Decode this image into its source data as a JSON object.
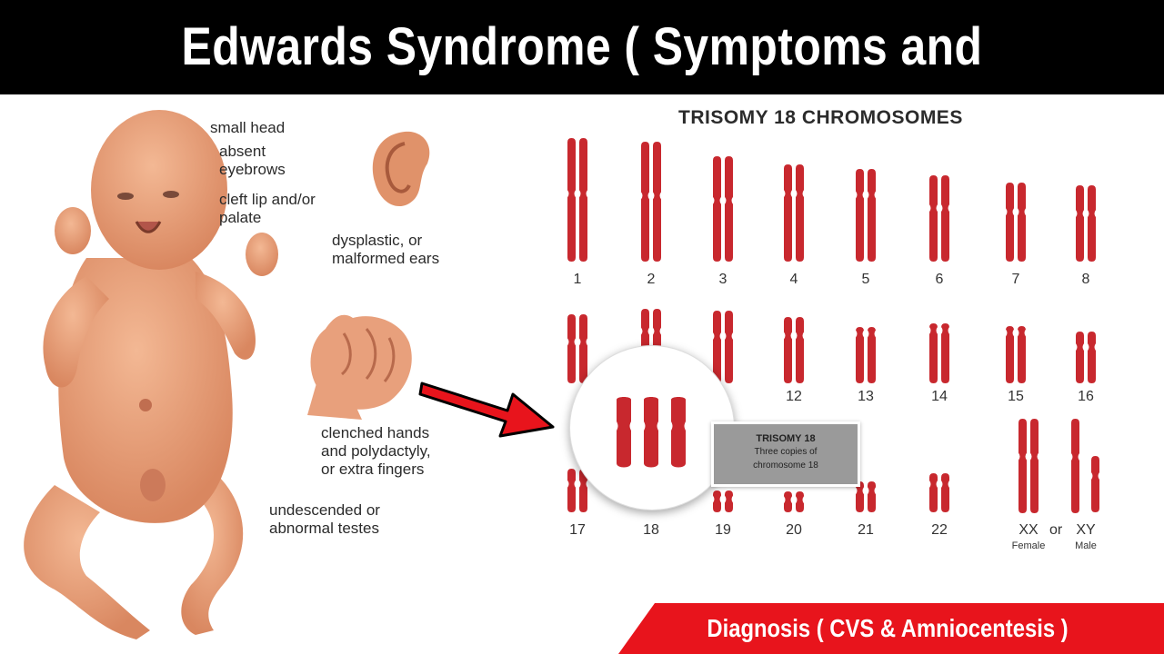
{
  "title": "Edwards Syndrome ( Symptoms and Treatment )",
  "symptoms": {
    "small_head": "small head",
    "absent_eyebrows_1": "absent",
    "absent_eyebrows_2": "eyebrows",
    "cleft_1": "cleft lip and/or",
    "cleft_2": "palate",
    "ears_1": "dysplastic, or",
    "ears_2": "malformed ears",
    "hands_1": "clenched hands",
    "hands_2": "and polydactyly,",
    "hands_3": "or extra fingers",
    "testes_1": "undescended or",
    "testes_2": "abnormal testes"
  },
  "chromosomes": {
    "title": "TRISOMY 18 CHROMOSOMES",
    "row1": [
      "1",
      "2",
      "3",
      "4",
      "5",
      "6",
      "7",
      "8"
    ],
    "row2": [
      "12",
      "13",
      "14",
      "15",
      "16"
    ],
    "row3": [
      "17",
      "18",
      "19",
      "20",
      "21",
      "22"
    ],
    "sex": "XX",
    "sex_or": "or",
    "sex_male": "XY",
    "female": "Female",
    "male": "Male"
  },
  "callout": {
    "title": "TRISOMY 18",
    "line1": "Three copies of",
    "line2": "chromosome 18"
  },
  "banner": "Diagnosis ( CVS & Amniocentesis )",
  "colors": {
    "chromosome": "#c8282e",
    "skin": "#e9a07a",
    "banner": "#e8141c",
    "arrow": "#e8141c"
  }
}
